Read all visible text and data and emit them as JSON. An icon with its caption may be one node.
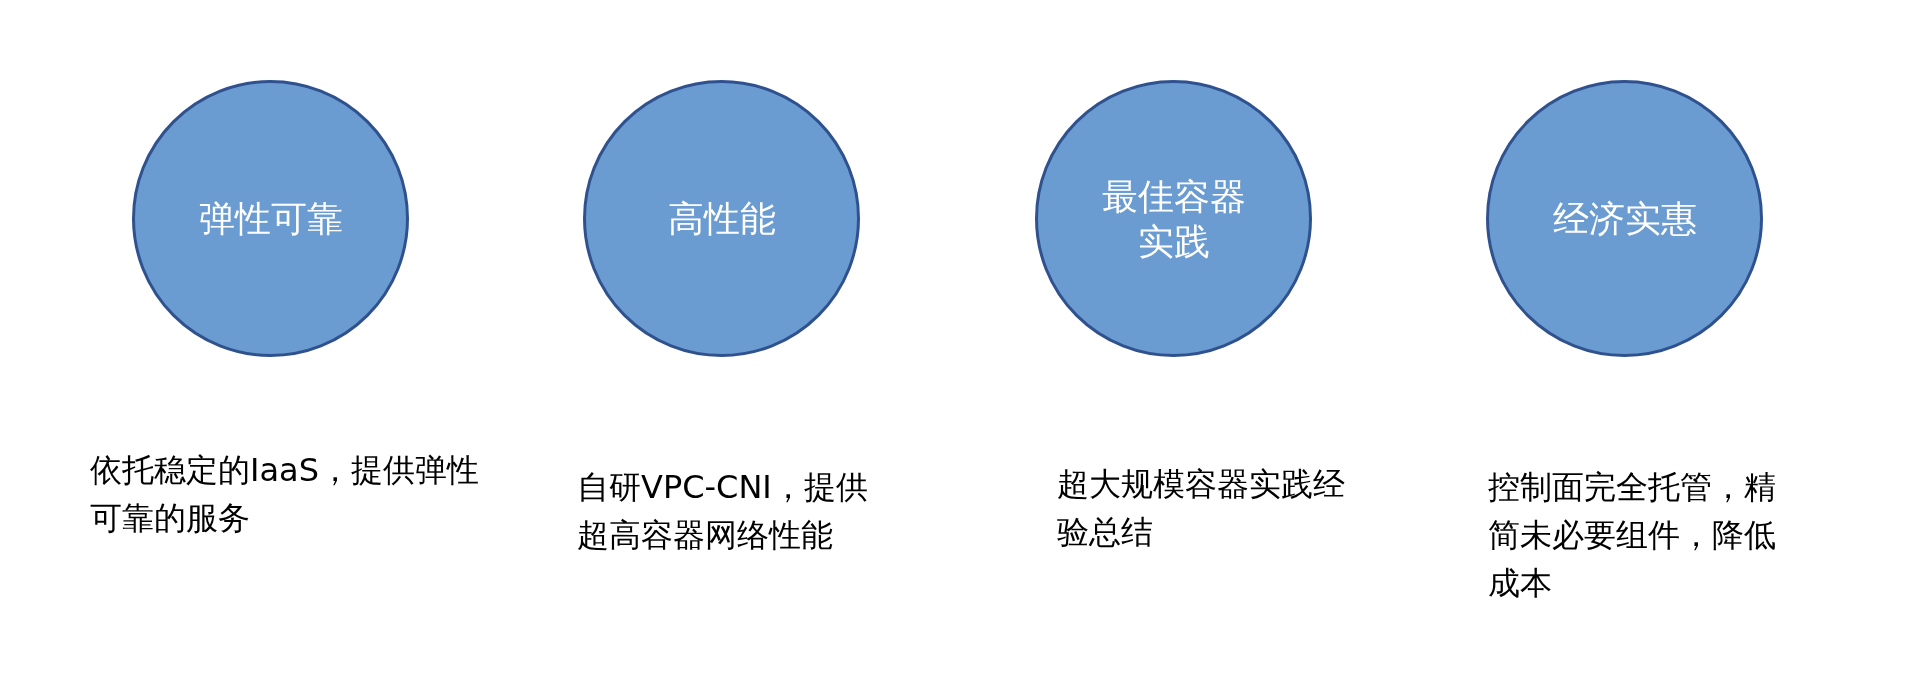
{
  "diagram": {
    "nodes": [
      {
        "text": [
          "弹性可靠"
        ],
        "beside": [
          "依托稳定的IaaS，提供弹性可靠的服务"
        ]
      },
      {
        "text": [
          "高性能"
        ],
        "beside": [
          "自研VPC-CNI，提供超高容器网络性能"
        ]
      },
      {
        "text": [
          "最佳容器实践"
        ],
        "beside": [
          "超大规模容器实践经验总结"
        ]
      },
      {
        "text": [
          "经济实惠"
        ],
        "beside": [
          "控制面完全托管，精简未必要组件，降低成本"
        ]
      }
    ]
  }
}
